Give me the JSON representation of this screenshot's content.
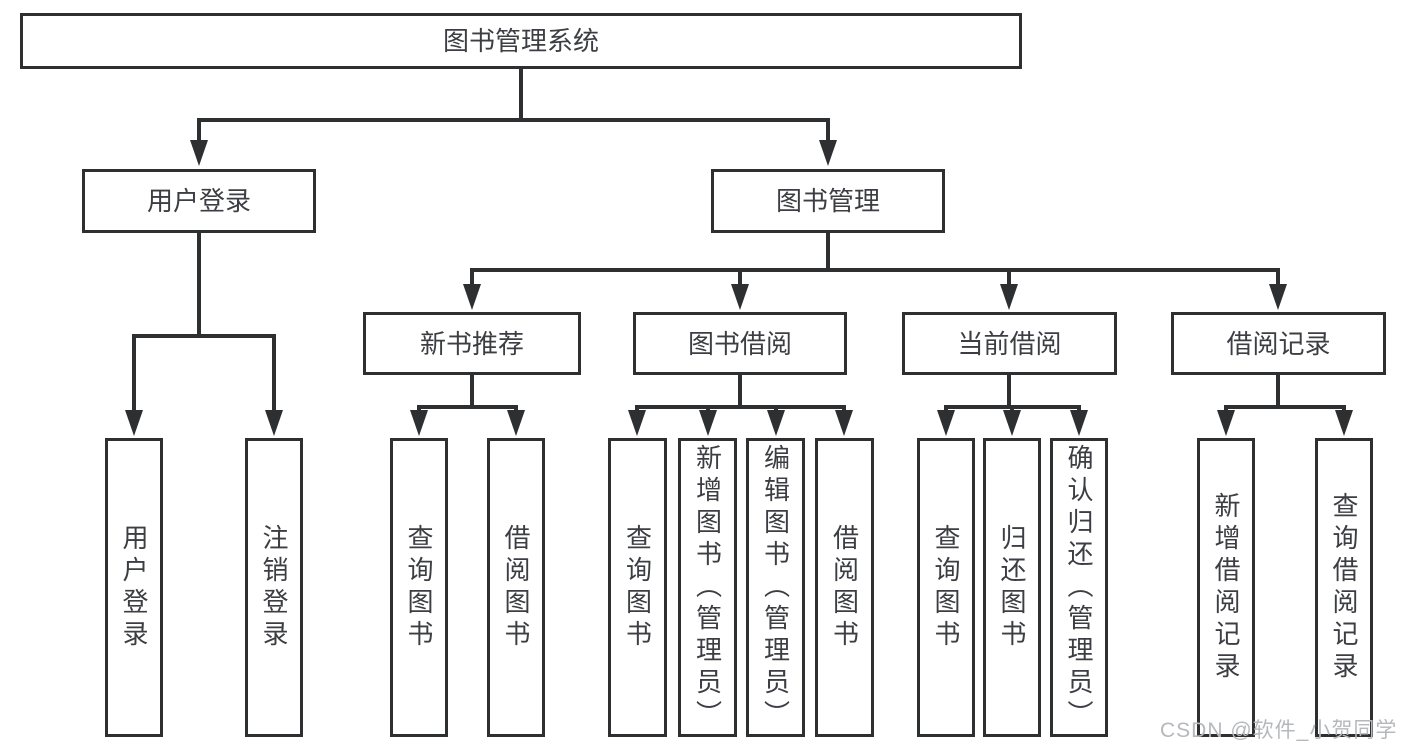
{
  "diagram": {
    "root": {
      "label": "图书管理系统"
    },
    "branches": [
      {
        "label": "用户登录",
        "children": [
          {
            "label": "用户登录"
          },
          {
            "label": "注销登录"
          }
        ]
      },
      {
        "label": "图书管理",
        "children": [
          {
            "label": "新书推荐",
            "children": [
              {
                "label": "查询图书"
              },
              {
                "label": "借阅图书"
              }
            ]
          },
          {
            "label": "图书借阅",
            "children": [
              {
                "label": "查询图书"
              },
              {
                "label": "新增图书（管理员）"
              },
              {
                "label": "编辑图书（管理员）"
              },
              {
                "label": "借阅图书"
              }
            ]
          },
          {
            "label": "当前借阅",
            "children": [
              {
                "label": "查询图书"
              },
              {
                "label": "归还图书"
              },
              {
                "label": "确认归还（管理员）"
              }
            ]
          },
          {
            "label": "借阅记录",
            "children": [
              {
                "label": "新增借阅记录"
              },
              {
                "label": "查询借阅记录"
              }
            ]
          }
        ]
      }
    ],
    "watermark": "CSDN @软件_小贺同学",
    "colors": {
      "line": "#2d2f31",
      "text": "#3c3e43",
      "watermark": "#b6b8bb",
      "background": "#ffffff"
    }
  }
}
